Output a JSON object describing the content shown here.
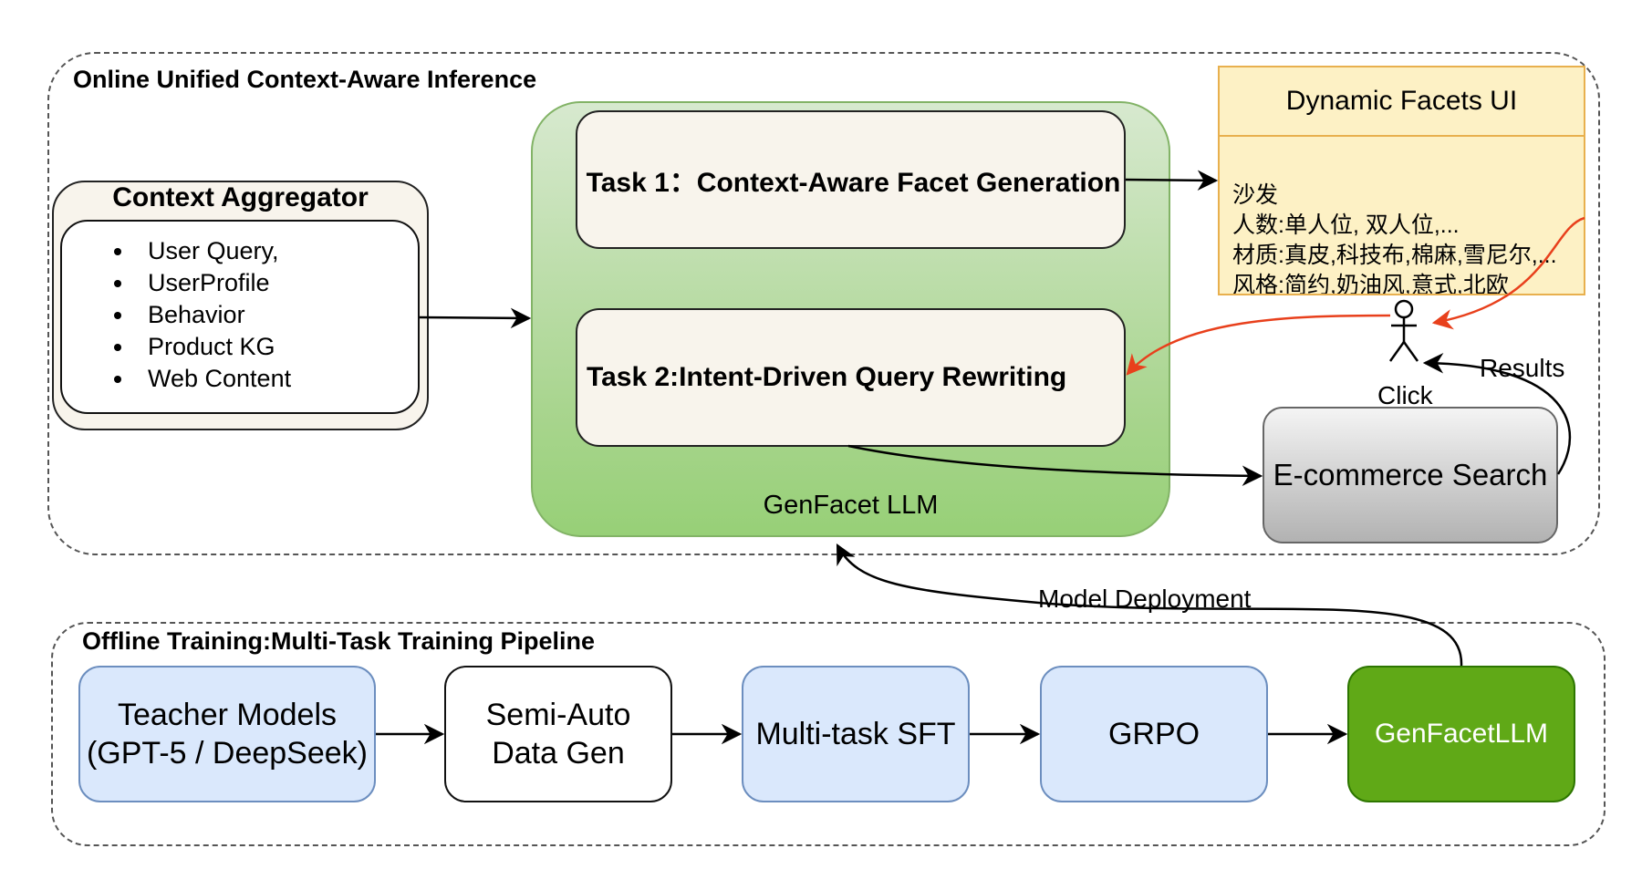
{
  "online": {
    "title": "Online Unified Context-Aware Inference"
  },
  "offline": {
    "title": "Offline Training:Multi-Task Training Pipeline"
  },
  "context_aggregator": {
    "title": "Context Aggregator",
    "items": [
      "User Query,",
      "UserProfile",
      "Behavior",
      "Product KG",
      "Web Content"
    ]
  },
  "llm": {
    "label": "GenFacet LLM",
    "task1": "Task 1：Context-Aware Facet Generation",
    "task2": "Task 2:Intent-Driven Query Rewriting"
  },
  "facets_ui": {
    "title": "Dynamic Facets UI",
    "lines": [
      "沙发",
      "人数:单人位, 双人位,...",
      "材质:真皮,科技布,棉麻,雪尼尔,...",
      "风格:简约,奶油风,意式,北欧"
    ]
  },
  "actor": {
    "label": "Click"
  },
  "results_label": "Results",
  "search": {
    "label": "E-commerce Search"
  },
  "deployment_label": "Model Deployment",
  "pipeline": {
    "teacher": [
      "Teacher Models",
      "(GPT-5 / DeepSeek)"
    ],
    "semi": [
      "Semi-Auto",
      "Data Gen"
    ],
    "sft": "Multi-task SFT",
    "grpo": "GRPO",
    "genfacet": "GenFacetLLM"
  },
  "colors": {
    "highlight_arrow": "#e8401c",
    "llm_green": "#97d077",
    "pipeline_blue": "#dae8fc",
    "final_green": "#60a917"
  }
}
